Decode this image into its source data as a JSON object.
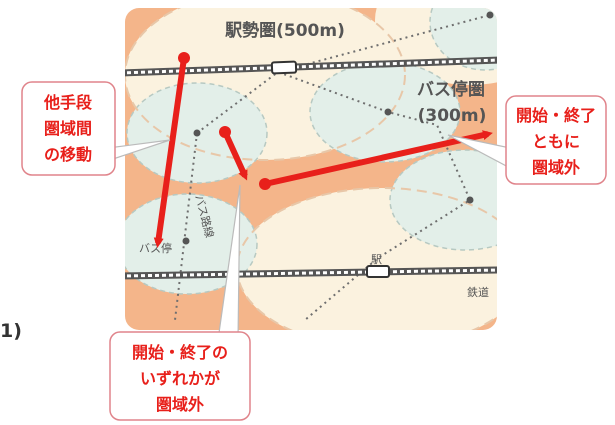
{
  "labels": {
    "station_zone": "駅勢圏(500m)",
    "bus_zone_line1": "バス停圏",
    "bus_zone_line2": "(300m)",
    "bus_route": "バス路線",
    "bus_stop": "バス停",
    "station": "駅",
    "railway": "鉄道"
  },
  "callouts": {
    "left": [
      "他手段",
      "圏域間",
      "の移動"
    ],
    "right": [
      "開始・終了",
      "ともに",
      "圏域外"
    ],
    "bottom": [
      "開始・終了の",
      "いずれかが",
      "圏域外"
    ]
  },
  "list_number": "1)",
  "colors": {
    "outside_area": "#f4b58a",
    "station_zone": "#fbf2df",
    "bus_zone": "#e3efe9",
    "arrow": "#e8201b",
    "callout_border": "#e0848b",
    "callout_text": "#e8201b"
  }
}
